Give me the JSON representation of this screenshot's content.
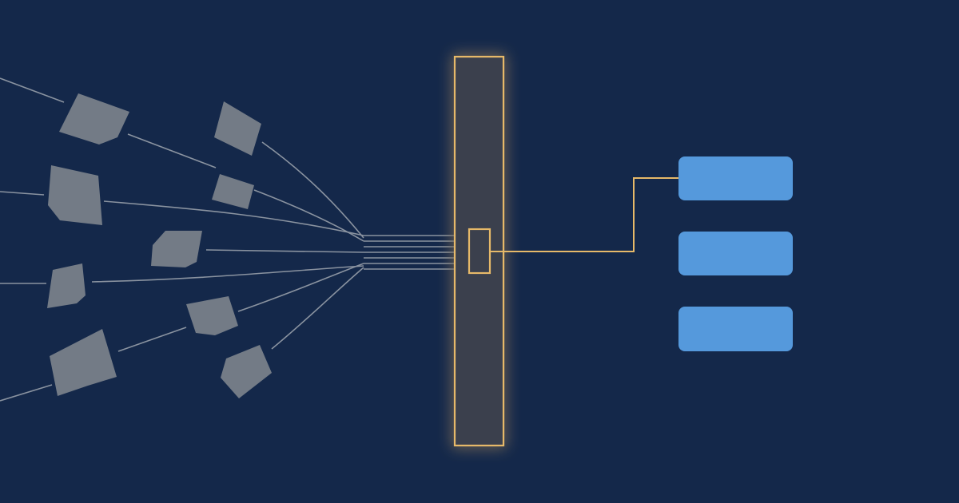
{
  "colors": {
    "background": "#14284a",
    "shard_fill": "#737b86",
    "input_line": "#8a93a0",
    "gate_stroke": "#e6b969",
    "gate_fill": "#3a3f4e",
    "output_block": "#5599dc"
  },
  "diagram": {
    "shards": [
      {
        "name": "shard-1"
      },
      {
        "name": "shard-2"
      },
      {
        "name": "shard-3"
      },
      {
        "name": "shard-4"
      },
      {
        "name": "shard-5"
      },
      {
        "name": "shard-6"
      },
      {
        "name": "shard-7"
      },
      {
        "name": "shard-8"
      },
      {
        "name": "shard-9"
      },
      {
        "name": "shard-10"
      },
      {
        "name": "shard-11"
      },
      {
        "name": "shard-12"
      }
    ],
    "gate": {
      "label": ""
    },
    "outputs": [
      {
        "name": "output-block-1"
      },
      {
        "name": "output-block-2"
      },
      {
        "name": "output-block-3"
      }
    ]
  }
}
